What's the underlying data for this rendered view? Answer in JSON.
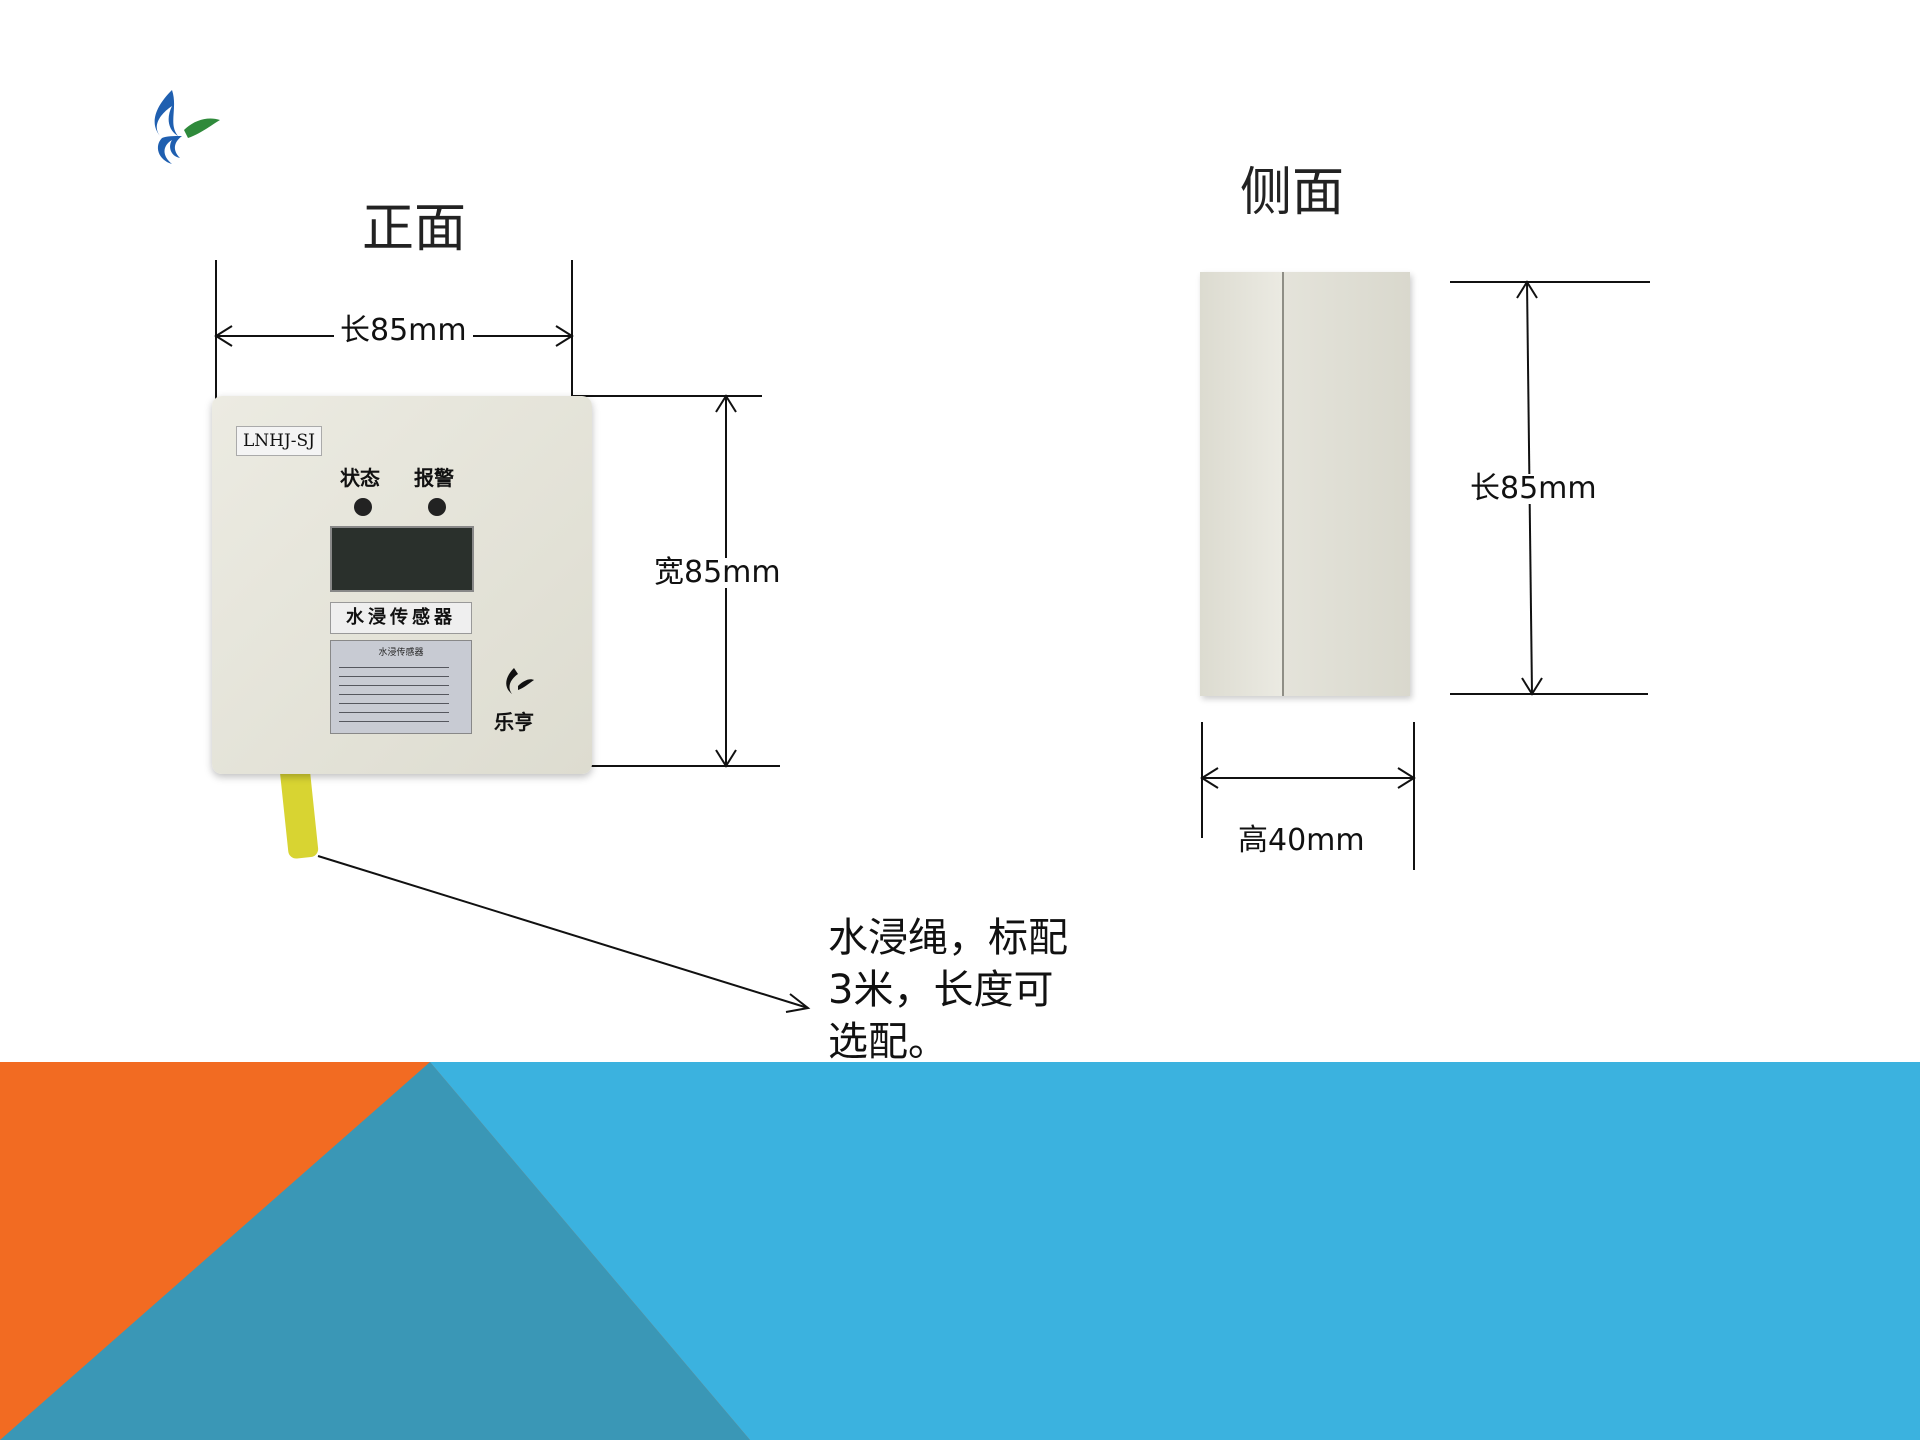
{
  "front": {
    "title": "正面",
    "length_label": "长85mm",
    "width_label": "宽85mm",
    "device": {
      "model": "LNHJ-SJ",
      "status_label": "状态",
      "alarm_label": "报警",
      "name_plate": "水浸传感器",
      "info_title": "水浸传感器",
      "brand": "乐亨"
    }
  },
  "side": {
    "title": "侧面",
    "length_label": "长85mm",
    "height_label": "高40mm"
  },
  "cable_note": {
    "line1": "水浸绳，标配",
    "line2": "3米，长度可",
    "line3": "选配。"
  },
  "colors": {
    "orange": "#f26b22",
    "blue": "#3bb2df",
    "teal": "#3a97b6",
    "device_body": "#e7e6dc",
    "cable": "#d8d432",
    "logo_blue": "#1f5fb0",
    "logo_green": "#2f8a3b"
  },
  "icons": [
    "company-logo-icon"
  ]
}
